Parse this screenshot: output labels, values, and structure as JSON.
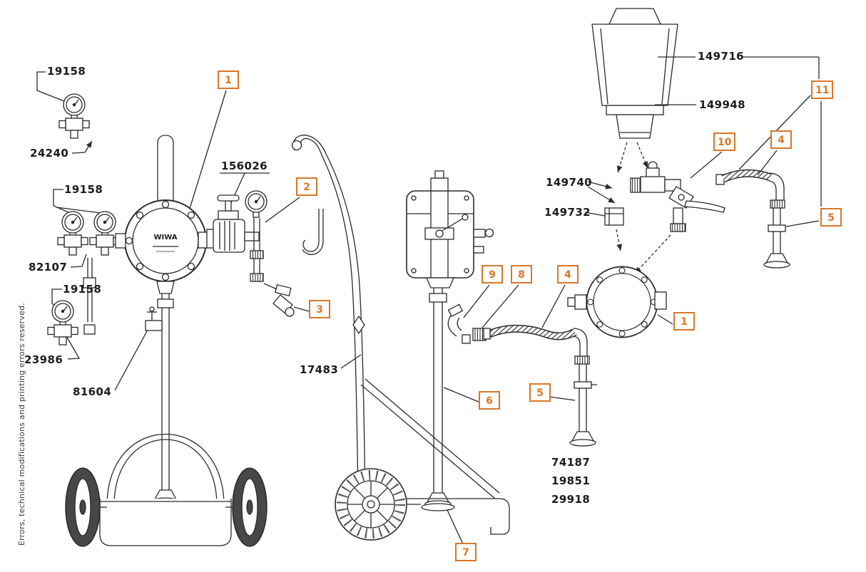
{
  "diagram": {
    "disclaimer": "Errors, technical modifications and printing errors reserved.",
    "brand_mark": "WIWA",
    "colors": {
      "accent": "#D9772A",
      "line": "#2A2A2A"
    },
    "part_labels": [
      {
        "text": "19158"
      },
      {
        "text": "24240"
      },
      {
        "text": "19158"
      },
      {
        "text": "82107"
      },
      {
        "text": "19158"
      },
      {
        "text": "23986"
      },
      {
        "text": "81604"
      },
      {
        "text": "156026"
      },
      {
        "text": "17483"
      },
      {
        "text": "149716"
      },
      {
        "text": "149948"
      },
      {
        "text": "149740"
      },
      {
        "text": "149732"
      },
      {
        "text": "74187"
      },
      {
        "text": "19851"
      },
      {
        "text": "29918"
      }
    ],
    "callouts": [
      {
        "label": "1"
      },
      {
        "label": "2"
      },
      {
        "label": "3"
      },
      {
        "label": "9"
      },
      {
        "label": "8"
      },
      {
        "label": "4"
      },
      {
        "label": "6"
      },
      {
        "label": "5"
      },
      {
        "label": "7"
      },
      {
        "label": "10"
      },
      {
        "label": "4"
      },
      {
        "label": "11"
      },
      {
        "label": "5"
      },
      {
        "label": "1"
      }
    ]
  }
}
